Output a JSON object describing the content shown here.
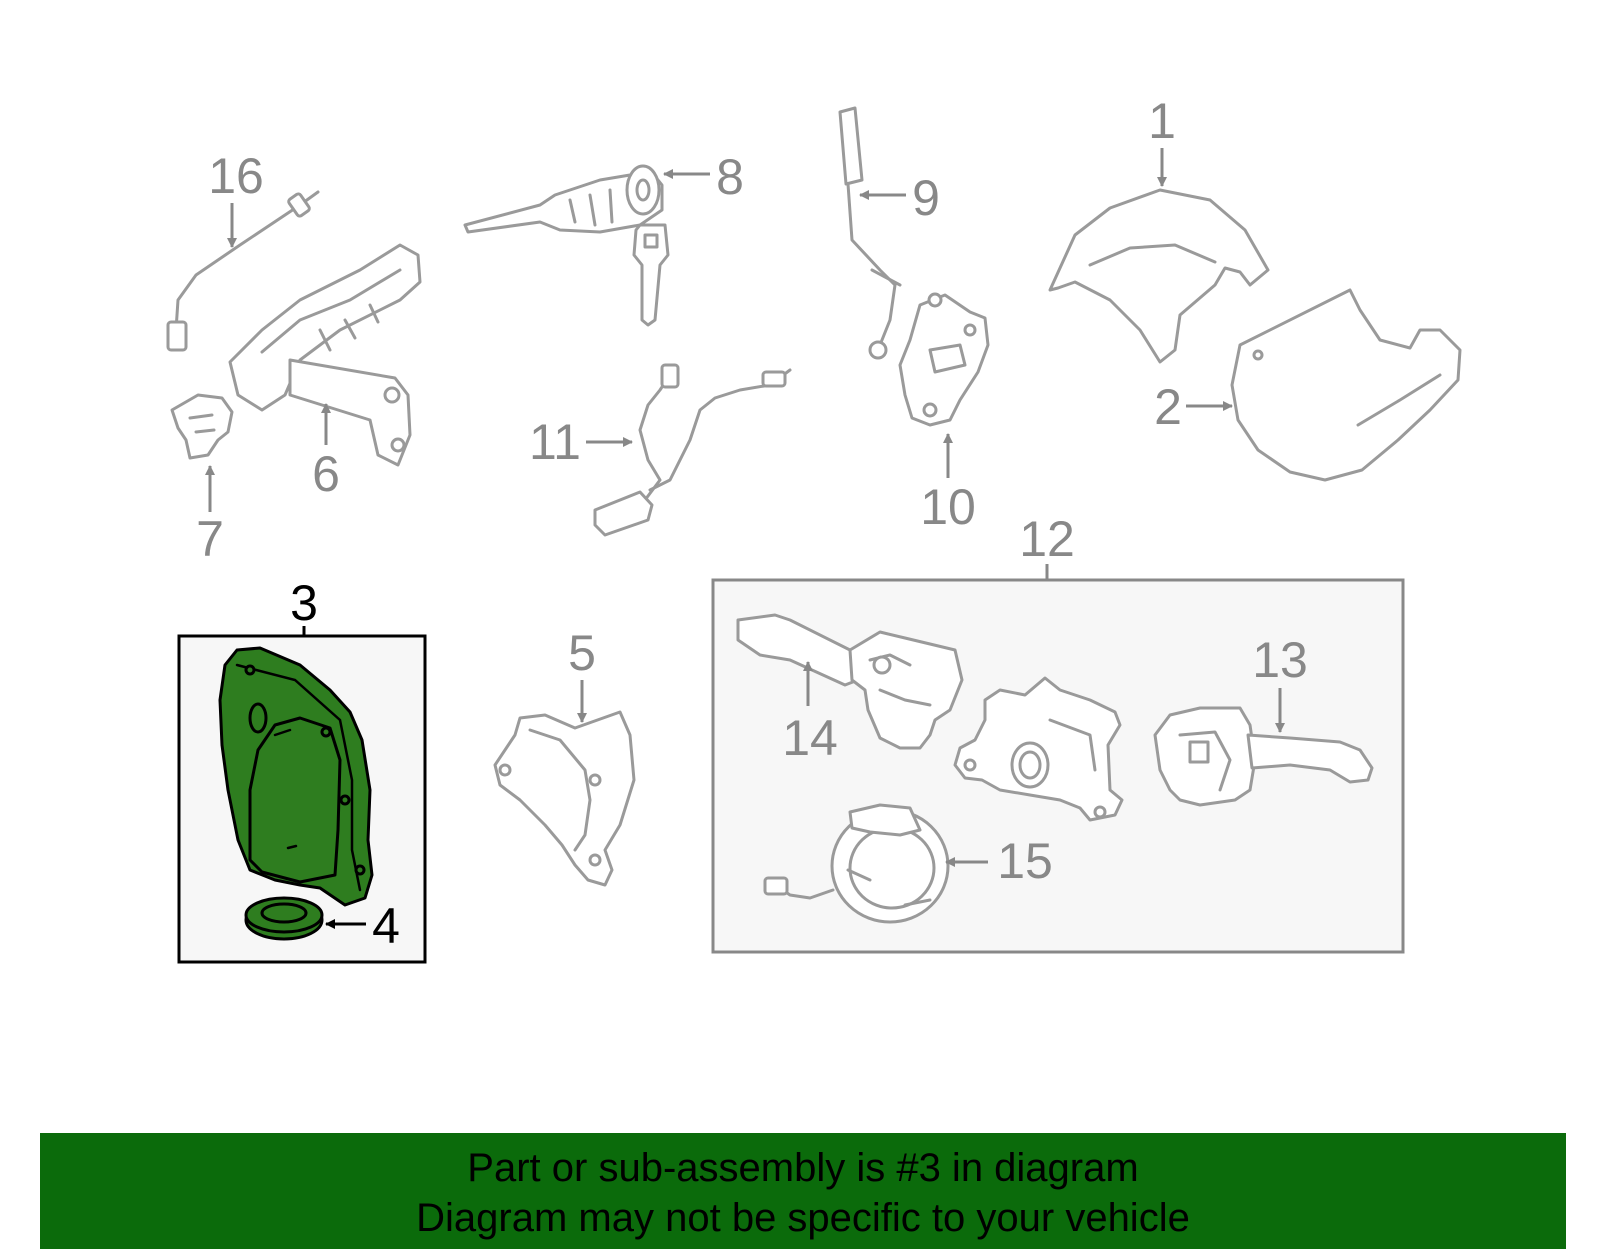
{
  "diagram": {
    "callouts": {
      "c1": "1",
      "c2": "2",
      "c3": "3",
      "c4": "4",
      "c5": "5",
      "c6": "6",
      "c7": "7",
      "c8": "8",
      "c9": "9",
      "c10": "10",
      "c11": "11",
      "c12": "12",
      "c13": "13",
      "c14": "14",
      "c15": "15",
      "c16": "16"
    },
    "highlighted_part": "3",
    "colors": {
      "highlight": "#2e7d1f",
      "banner": "#0b6b0b",
      "callout": "#888888",
      "panel": "#f7f7f7"
    }
  },
  "banner": {
    "line1": "Part or sub-assembly is #3 in diagram",
    "line2": "Diagram may not be specific to your vehicle"
  }
}
